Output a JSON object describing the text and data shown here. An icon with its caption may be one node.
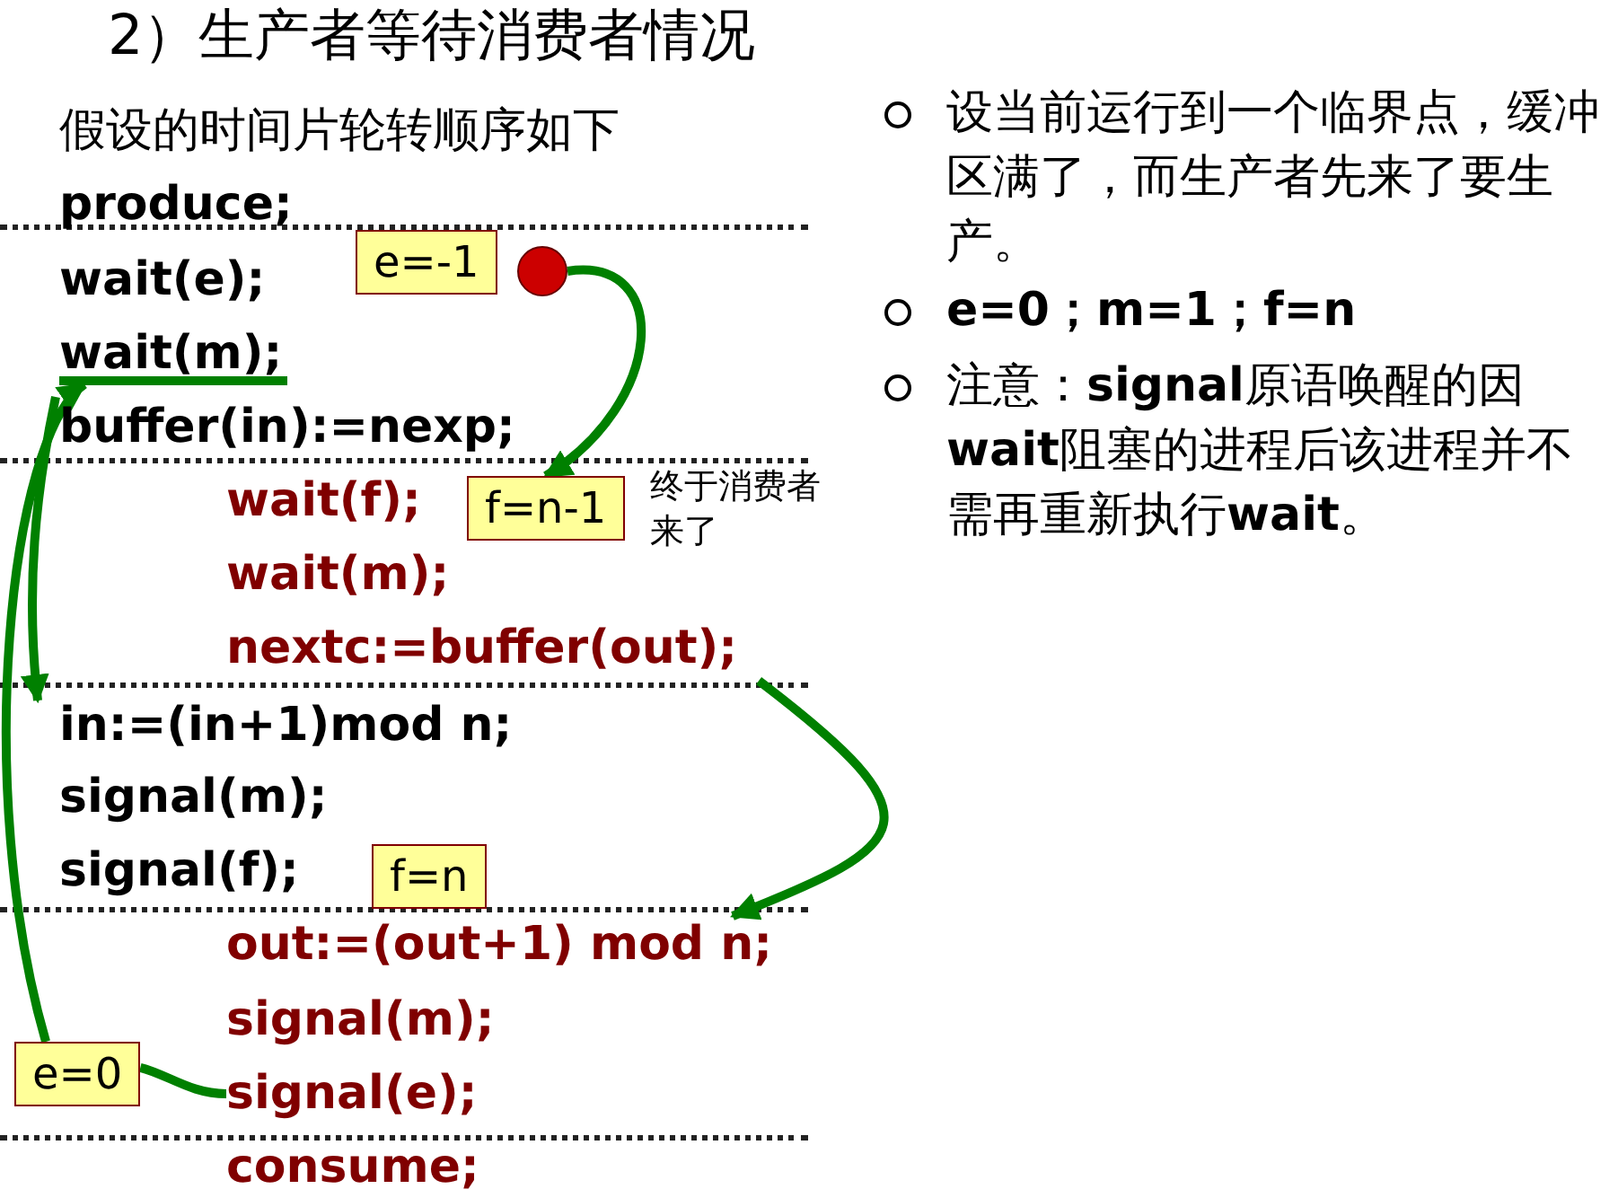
{
  "diagram": {
    "title": "2）生产者等待消费者情况",
    "nodes": [
      {
        "text": [
          "produce;"
        ]
      },
      {
        "text": [
          "wait(e);"
        ]
      },
      {
        "text": [
          "e=-1"
        ]
      },
      {
        "text": [],
        "shape": "circle"
      },
      {
        "text": [
          "wait(m);"
        ]
      },
      {
        "text": [
          "buffer(in):=nexp;"
        ]
      },
      {
        "text": [
          "wait(f);"
        ]
      },
      {
        "text": [
          "f=n-1"
        ],
        "beside": [
          "终于消费者来了"
        ]
      },
      {
        "text": [
          "wait(m);"
        ]
      },
      {
        "text": [
          "nextc:=buffer(out);"
        ]
      },
      {
        "text": [
          "in:=(in+1)mod n;"
        ]
      },
      {
        "text": [
          "signal(m);"
        ]
      },
      {
        "text": [
          "signal(f);"
        ]
      },
      {
        "text": [
          "f=n"
        ]
      },
      {
        "text": [
          "out:=(out+1) mod n;"
        ]
      },
      {
        "text": [
          "signal(m);"
        ]
      },
      {
        "text": [
          "e=0"
        ]
      },
      {
        "text": [
          "signal(e);"
        ]
      },
      {
        "text": [
          "consume;"
        ]
      }
    ],
    "edges": [
      {
        "from": 3,
        "to": 7,
        "arrow": "to"
      },
      {
        "from": 9,
        "to": 14,
        "arrow": "to"
      },
      {
        "from": 17,
        "to": 16,
        "arrow": "none"
      },
      {
        "from": 16,
        "to": 4,
        "arrow": "to"
      },
      {
        "from": 4,
        "to": 10,
        "arrow": "to"
      }
    ],
    "labels": [
      "假设的时间片轮转顺序如下",
      "设当前运行到一个临界点，缓冲区满了，而生产者先来了要生产。",
      "e=0；m=1；f=n",
      "注意：**signal**原语唤醒的因**wait**阻塞的进程后该进程并不需再重新执行**wait**。"
    ]
  }
}
